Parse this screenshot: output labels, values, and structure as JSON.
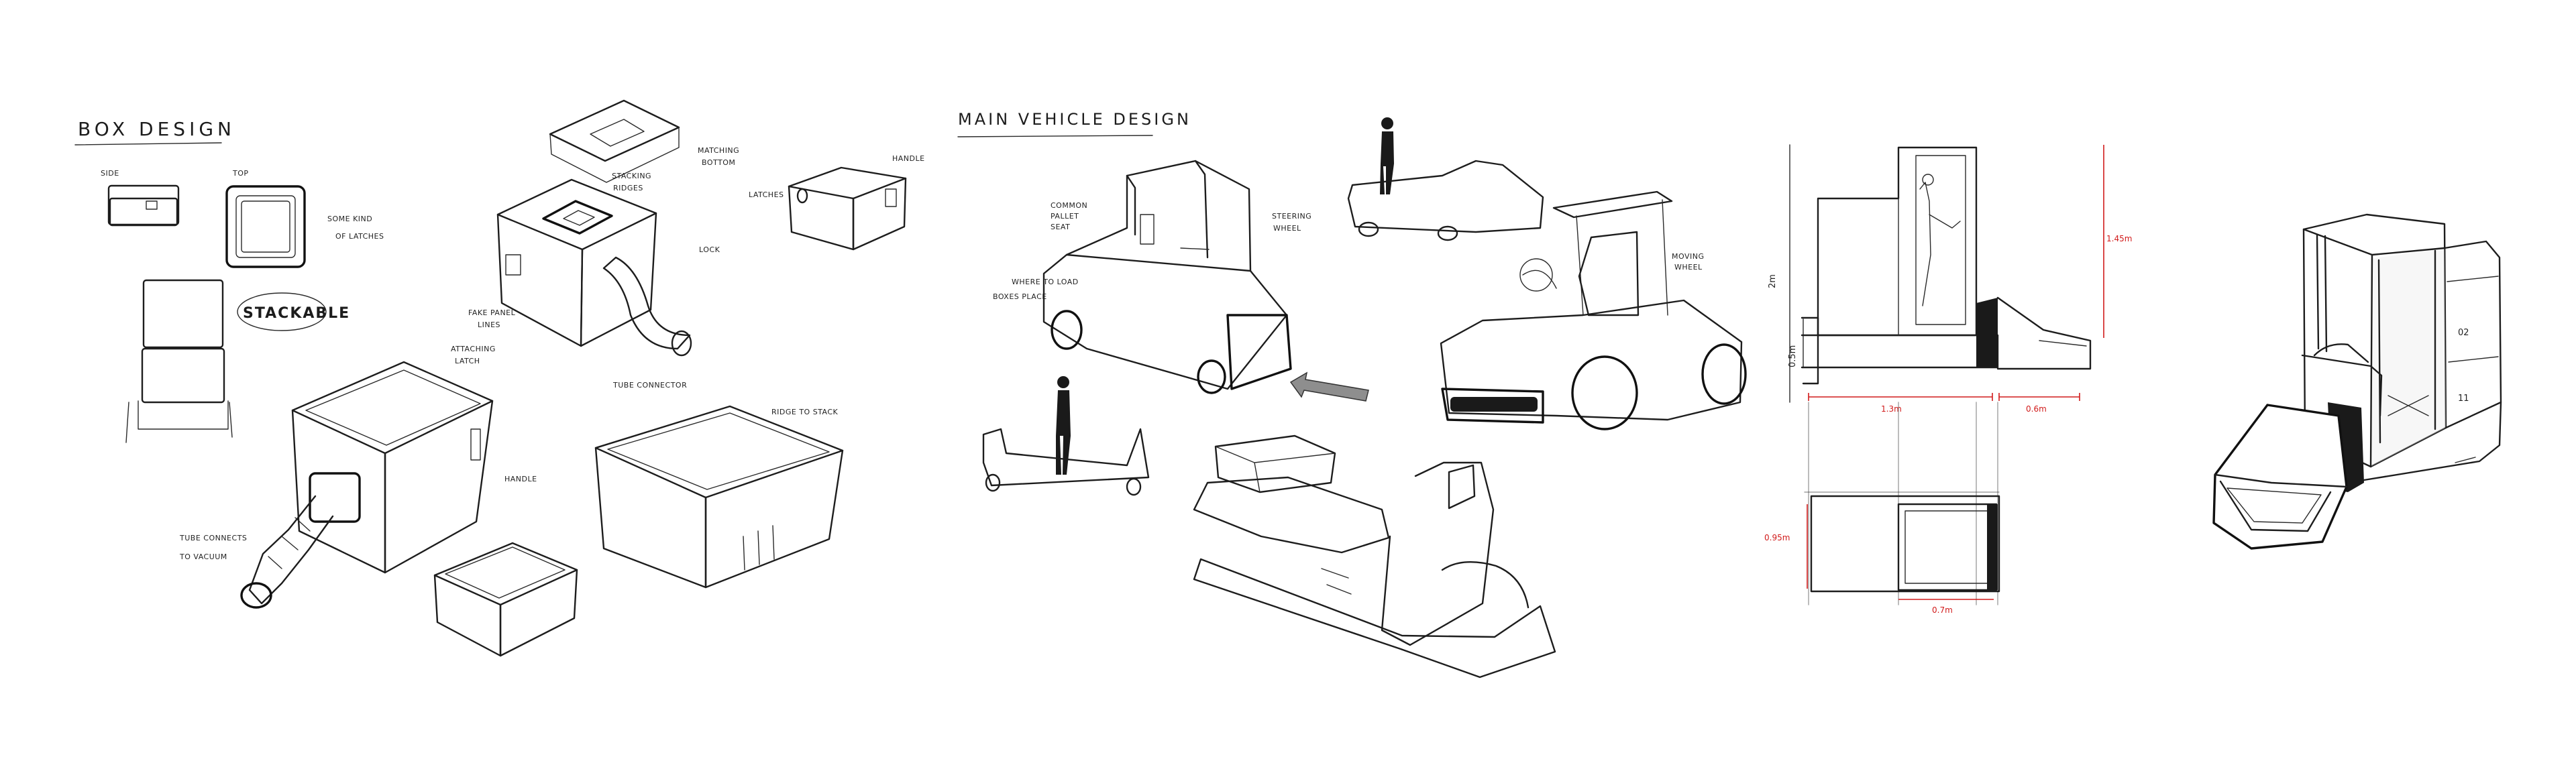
{
  "box_section": {
    "heading": "BOX DESIGN",
    "side_label": "SIDE",
    "top_label": "TOP",
    "latches_note_1": "SOME KIND",
    "latches_note_2": "OF LATCHES",
    "stackable_label": "STACKABLE",
    "matching_bottom_1": "MATCHING",
    "matching_bottom_2": "BOTTOM",
    "stacking_ridges_1": "STACKING",
    "stacking_ridges_2": "RIDGES",
    "lock_label": "LOCK",
    "panel_lines_1": "FAKE PANEL",
    "panel_lines_2": "LINES",
    "tube_connector": "TUBE CONNECTOR",
    "attaching_latch_1": "ATTACHING",
    "attaching_latch_2": "LATCH",
    "handle_label": "HANDLE",
    "latches_small": "LATCHES",
    "handle_small": "HANDLE",
    "tube_connects_1": "TUBE CONNECTS",
    "tube_connects_2": "TO VACUUM",
    "ridge_to_stack": "RIDGE TO STACK"
  },
  "vehicle_section": {
    "heading": "MAIN VEHICLE DESIGN",
    "common_pallet_1": "COMMON",
    "common_pallet_2": "PALLET",
    "common_pallet_3": "SEAT",
    "steering_1": "STEERING",
    "steering_2": "WHEEL",
    "where_to_load_1": "WHERE TO LOAD",
    "where_to_load_2": "BOXES PLACE",
    "moving_wheel_1": "MOVING",
    "moving_wheel_2": "WHEEL"
  },
  "dimensions": {
    "height_total": "2m",
    "height_base": "0.5m",
    "height_cabin": "1.45m",
    "length_body": "1.3m",
    "length_front": "0.6m",
    "width_side": "0.95m",
    "width_door": "0.7m"
  },
  "render": {
    "box_label_1": "02",
    "box_label_2": "11"
  },
  "colors": {
    "ink": "#1d1d1d",
    "dimension_red": "#d11a1a",
    "paper": "#ffffff"
  }
}
